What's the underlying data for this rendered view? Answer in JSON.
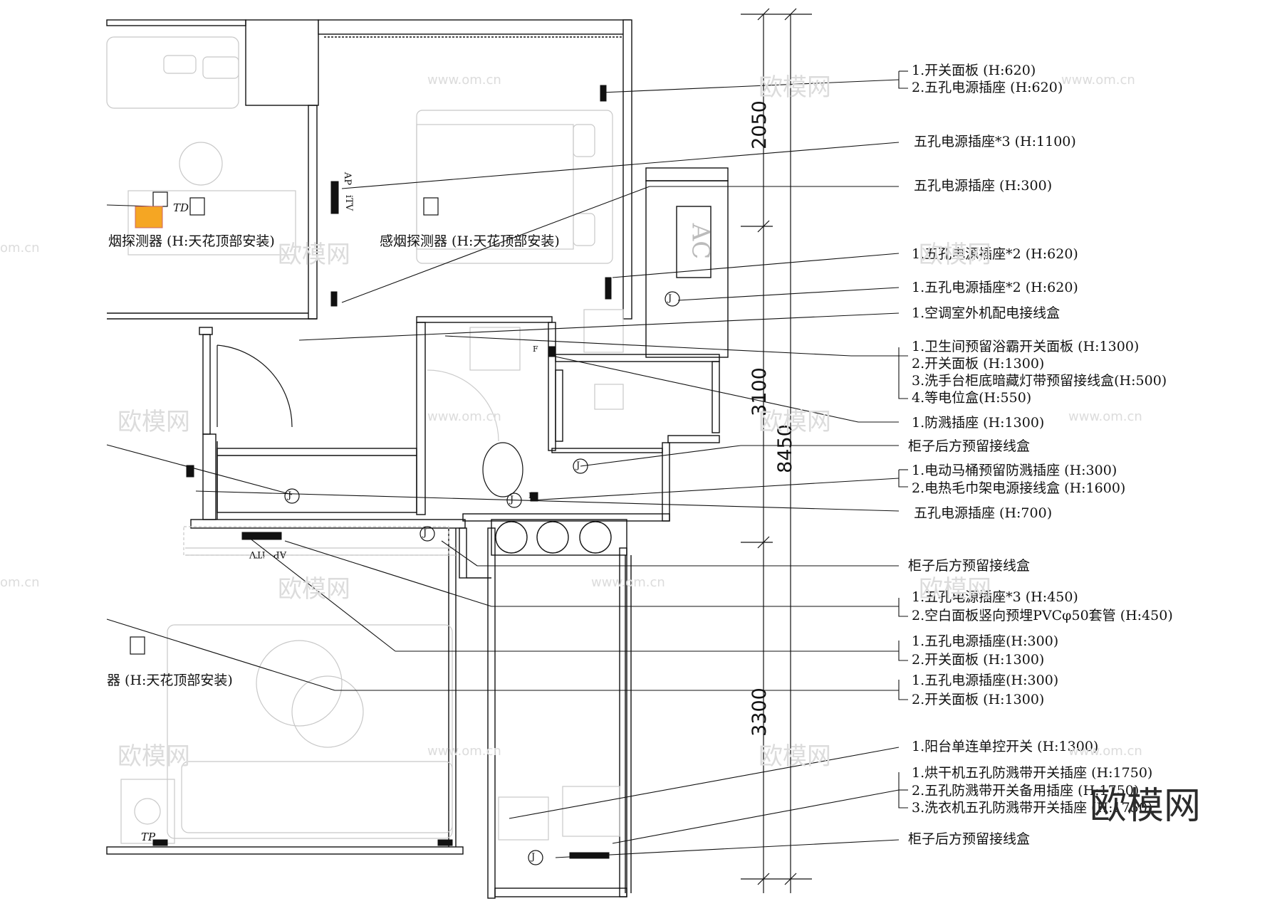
{
  "annotations": {
    "a1": "1.开关面板 (H:620)",
    "a2": "2.五孔电源插座 (H:620)",
    "a3": "五孔电源插座*3 (H:1100)",
    "a4": "五孔电源插座 (H:300)",
    "a5": "1.五孔电源插座*2 (H:620)",
    "a6": "1.五孔电源插座*2 (H:620)",
    "a7": "1.空调室外机配电接线盒",
    "a8": "1.卫生间预留浴霸开关面板 (H:1300)",
    "a9": "2.开关面板 (H:1300)",
    "a10": "3.洗手台柜底暗藏灯带预留接线盒(H:500)",
    "a11": "4.等电位盒(H:550)",
    "a12": "1.防溅插座 (H:1300)",
    "a13": "柜子后方预留接线盒",
    "a14": "1.电动马桶预留防溅插座 (H:300)",
    "a15": "2.电热毛巾架电源接线盒 (H:1600)",
    "a16": "五孔电源插座 (H:700)",
    "a17": "柜子后方预留接线盒",
    "a18": "1.五孔电源插座*3 (H:450)",
    "a19": "2.空白面板竖向预埋PVCφ50套管 (H:450)",
    "a20": "1.五孔电源插座(H:300)",
    "a21": "2.开关面板 (H:1300)",
    "a22": "1.五孔电源插座(H:300)",
    "a23": "2.开关面板 (H:1300)",
    "a24": "1.阳台单连单控开关 (H:1300)",
    "a25": "1.烘干机五孔防溅带开关插座 (H:1750)",
    "a26": "2.五孔防溅带开关备用插座 (H:1750)",
    "a27": "3.洗衣机五孔防溅带开关插座 (H:1750)",
    "a28": "柜子后方预留接线盒"
  },
  "room_labels": {
    "smoke_left": "烟探测器 (H:天花顶部安装)",
    "smoke_center": "感烟探测器 (H:天花顶部安装)",
    "smoke_bottom": "器 (H:天花顶部安装)"
  },
  "dimensions": {
    "d1": "2050",
    "d2": "3100",
    "d3": "8450",
    "d4": "3300"
  },
  "symbols": {
    "ap": "AP",
    "itv": "iTV",
    "td": "TD",
    "tp": "TP",
    "ac": "AC",
    "j": "J",
    "f": "F"
  },
  "watermarks": {
    "brand": "欧模网",
    "url": "www.om.cn",
    "url_short": "om.cn"
  }
}
